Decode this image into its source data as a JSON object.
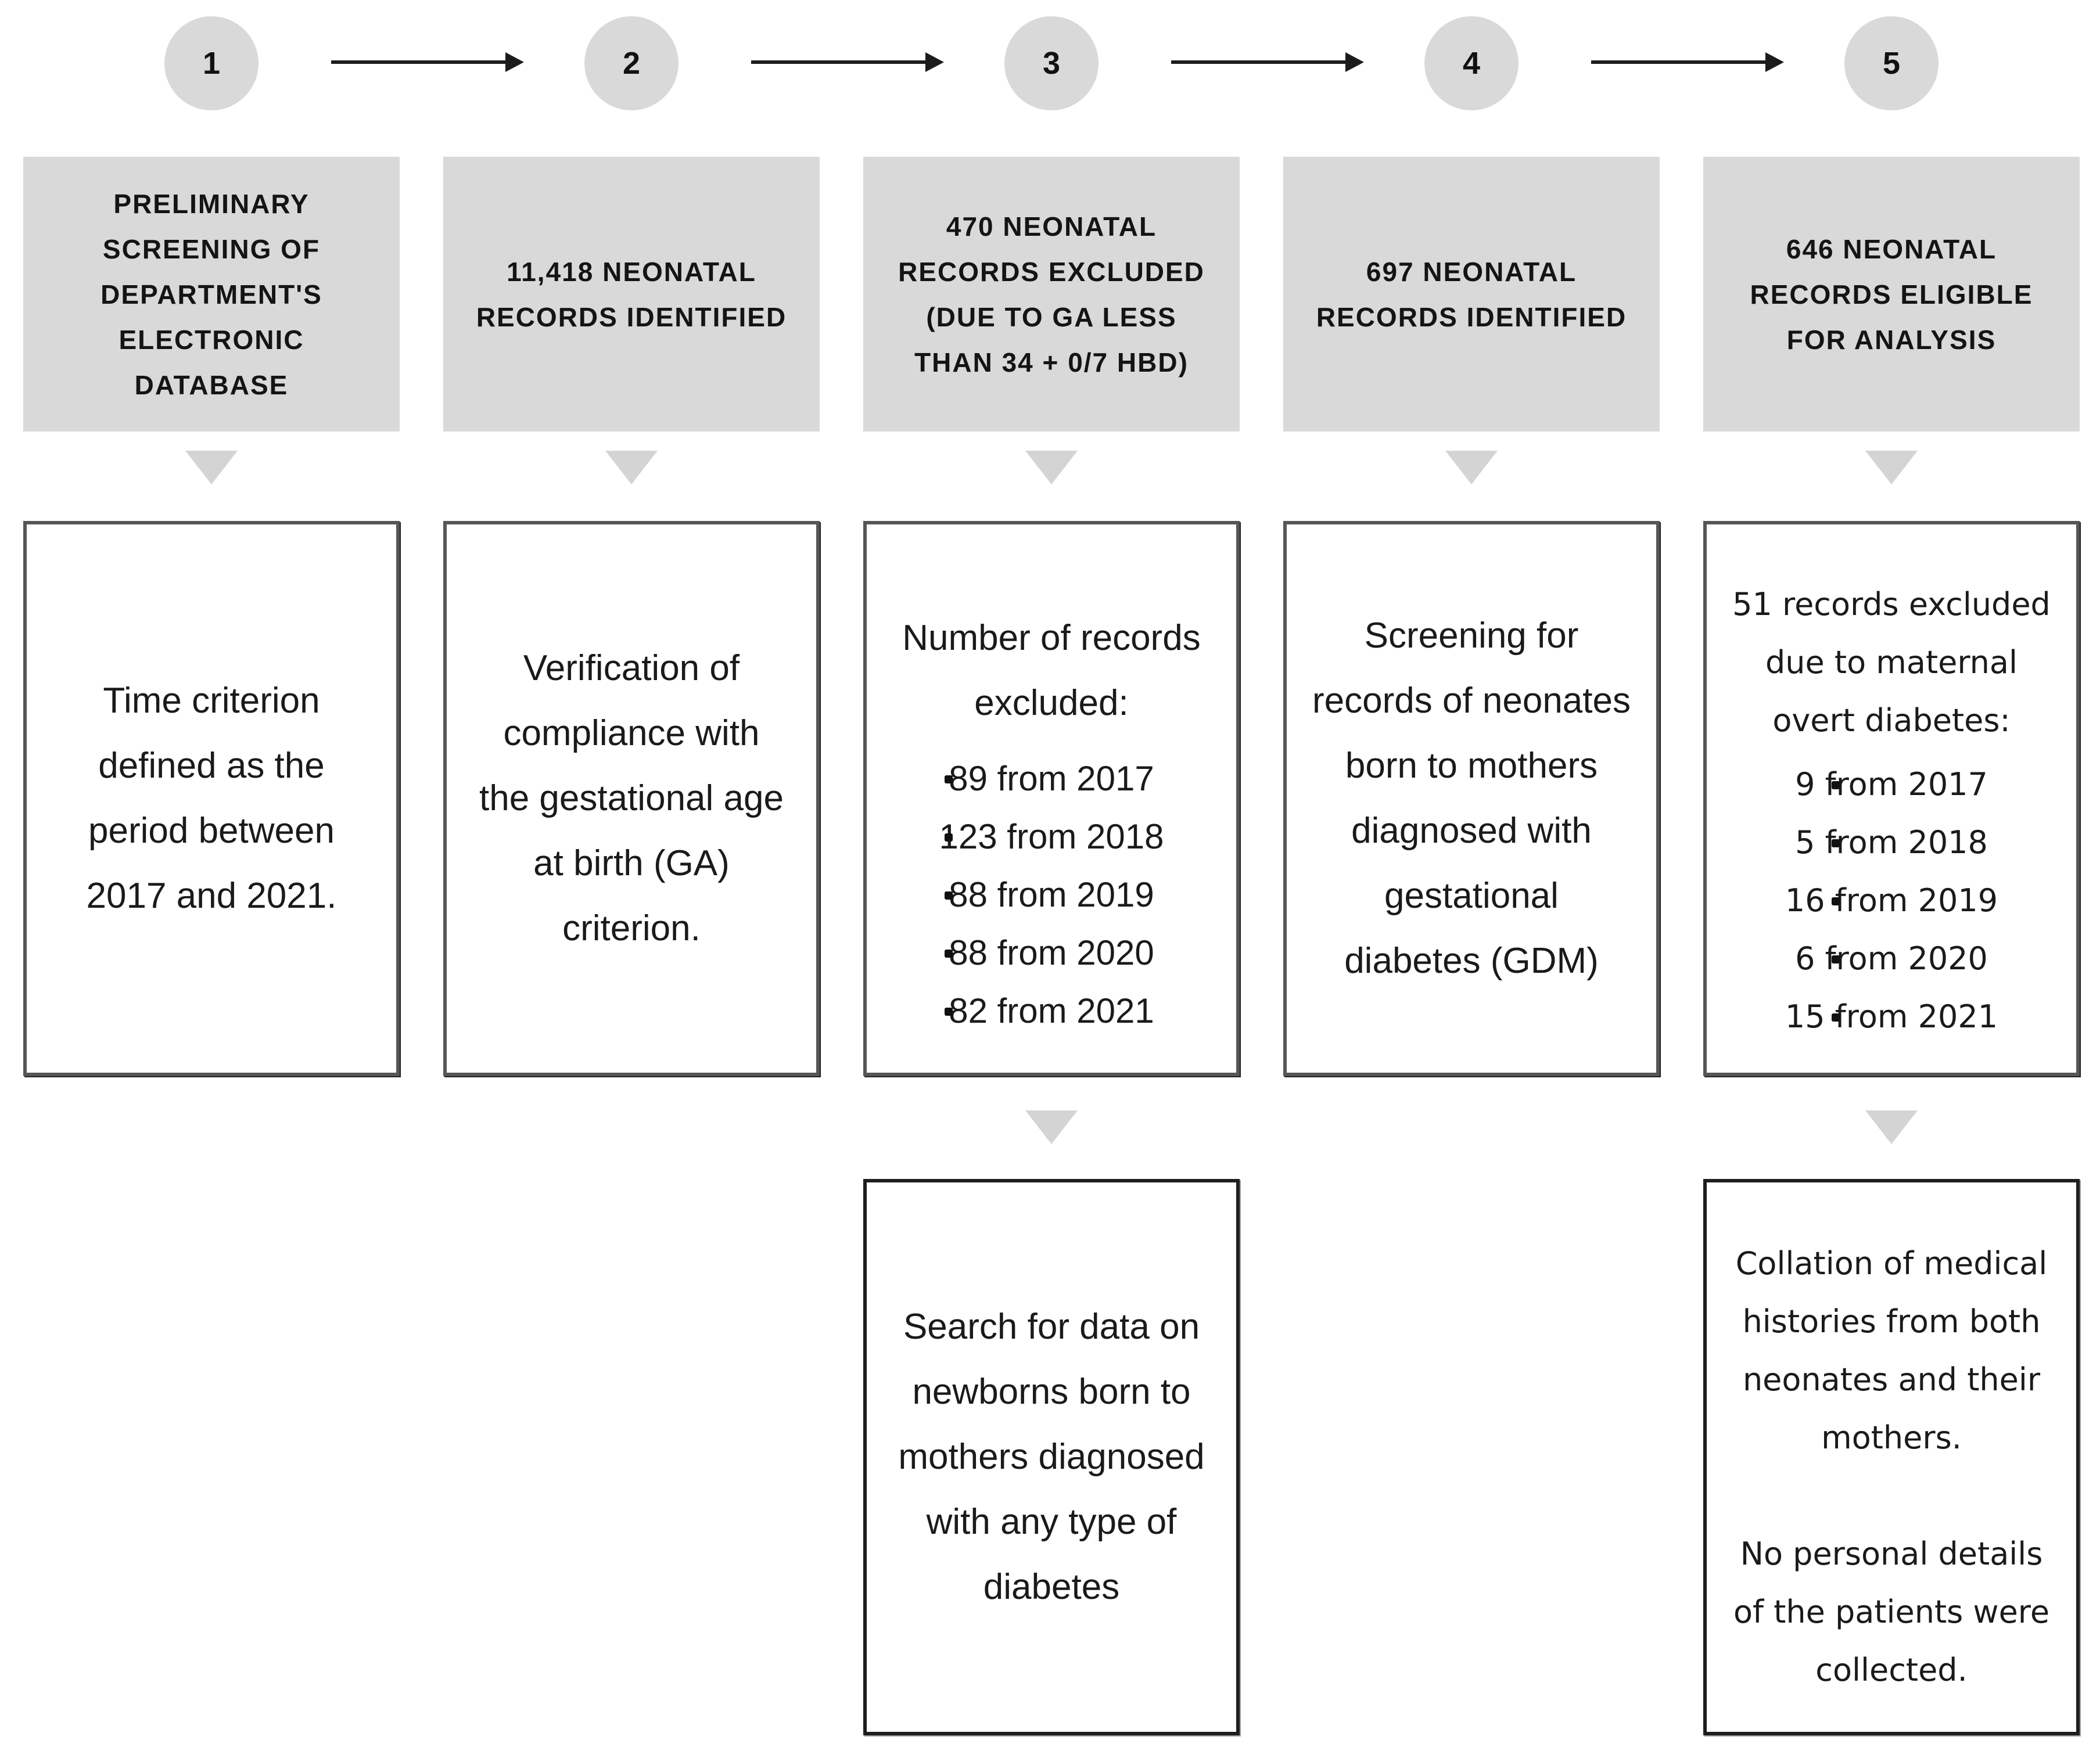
{
  "diagram": {
    "colors": {
      "box_gray": "#d9d9d9",
      "triangle_gray": "#d4d4d4",
      "arrow_black": "#1c1c1c",
      "detail_border_dark": "#1e1e1e",
      "detail_border_gray": "#565656",
      "text": "#1a1a1a",
      "background": "#ffffff"
    },
    "steps": [
      {
        "number": "1",
        "header": "PRELIMINARY\nSCREENING OF\nDEPARTMENT'S\nELECTRONIC\nDATABASE",
        "detail": "Time criterion\ndefined as the\nperiod between\n2017 and 2021."
      },
      {
        "number": "2",
        "header": "11,418 NEONATAL\nRECORDS IDENTIFIED",
        "detail": "Verification of\ncompliance with\nthe gestational age\nat birth (GA)\ncriterion."
      },
      {
        "number": "3",
        "header": "470 NEONATAL\nRECORDS EXCLUDED\n(DUE TO GA LESS\nTHAN 34 + 0/7 HBD)",
        "detail_heading": "Number of records\nexcluded:",
        "detail_bullets": [
          "89 from 2017",
          "123 from 2018",
          "88 from 2019",
          "88 from 2020",
          "82 from 2021"
        ],
        "extra_detail": "Search for data on\nnewborns born to\nmothers diagnosed\nwith any type of\ndiabetes"
      },
      {
        "number": "4",
        "header": "697 NEONATAL\nRECORDS IDENTIFIED",
        "detail": "Screening for\nrecords of neonates\nborn to mothers\ndiagnosed with\ngestational\ndiabetes (GDM)"
      },
      {
        "number": "5",
        "header": "646 NEONATAL\nRECORDS ELIGIBLE\nFOR ANALYSIS",
        "detail_heading": "51 records excluded\ndue to maternal\novert diabetes:",
        "detail_bullets": [
          "9 from 2017",
          "5 from 2018",
          "16 from 2019",
          "6 from 2020",
          "15 from 2021"
        ],
        "extra_detail": "Collation of medical\nhistories from both\nneonates and their\nmothers.\n\nNo personal details\nof the patients were\ncollected."
      }
    ]
  }
}
